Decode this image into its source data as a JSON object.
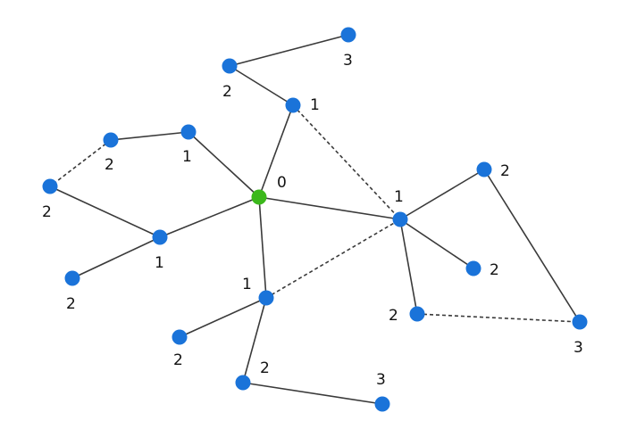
{
  "colors": {
    "root_node": "#3cb81c",
    "node": "#1a73d9",
    "edge": "#3a3a3a"
  },
  "nodes": [
    {
      "id": "root",
      "label": "0",
      "root": true
    },
    {
      "id": "n-top-1",
      "label": "1"
    },
    {
      "id": "n-top-2",
      "label": "2"
    },
    {
      "id": "n-top-3",
      "label": "3"
    },
    {
      "id": "n-ul-1",
      "label": "1"
    },
    {
      "id": "n-ul-2",
      "label": "2"
    },
    {
      "id": "n-left-2",
      "label": "2"
    },
    {
      "id": "n-left-1",
      "label": "1"
    },
    {
      "id": "n-lowleft-2",
      "label": "2"
    },
    {
      "id": "n-right-1",
      "label": "1"
    },
    {
      "id": "n-right-top-2",
      "label": "2"
    },
    {
      "id": "n-right-mid-2",
      "label": "2"
    },
    {
      "id": "n-right-low-2",
      "label": "2"
    },
    {
      "id": "n-right-3",
      "label": "3"
    },
    {
      "id": "n-bottom-1",
      "label": "1"
    },
    {
      "id": "n-bottom-left-2",
      "label": "2"
    },
    {
      "id": "n-bottom-2",
      "label": "2"
    },
    {
      "id": "n-bottom-3",
      "label": "3"
    }
  ],
  "edges": [
    {
      "from": "root",
      "to": "n-top-1",
      "style": "solid"
    },
    {
      "from": "n-top-1",
      "to": "n-top-2",
      "style": "solid"
    },
    {
      "from": "n-top-2",
      "to": "n-top-3",
      "style": "solid"
    },
    {
      "from": "root",
      "to": "n-ul-1",
      "style": "solid"
    },
    {
      "from": "n-ul-1",
      "to": "n-ul-2",
      "style": "solid"
    },
    {
      "from": "n-ul-2",
      "to": "n-left-2",
      "style": "dashed"
    },
    {
      "from": "n-left-2",
      "to": "n-left-1",
      "style": "solid"
    },
    {
      "from": "root",
      "to": "n-left-1",
      "style": "solid"
    },
    {
      "from": "n-left-1",
      "to": "n-lowleft-2",
      "style": "solid"
    },
    {
      "from": "root",
      "to": "n-right-1",
      "style": "solid"
    },
    {
      "from": "n-top-1",
      "to": "n-right-1",
      "style": "dashed"
    },
    {
      "from": "n-right-1",
      "to": "n-right-top-2",
      "style": "solid"
    },
    {
      "from": "n-right-top-2",
      "to": "n-right-3",
      "style": "solid"
    },
    {
      "from": "n-right-1",
      "to": "n-right-mid-2",
      "style": "solid"
    },
    {
      "from": "n-right-1",
      "to": "n-right-low-2",
      "style": "solid"
    },
    {
      "from": "n-right-low-2",
      "to": "n-right-3",
      "style": "dashed"
    },
    {
      "from": "root",
      "to": "n-bottom-1",
      "style": "solid"
    },
    {
      "from": "n-bottom-1",
      "to": "n-right-1",
      "style": "dashed"
    },
    {
      "from": "n-bottom-1",
      "to": "n-bottom-left-2",
      "style": "solid"
    },
    {
      "from": "n-bottom-1",
      "to": "n-bottom-2",
      "style": "solid"
    },
    {
      "from": "n-bottom-2",
      "to": "n-bottom-3",
      "style": "solid"
    }
  ]
}
